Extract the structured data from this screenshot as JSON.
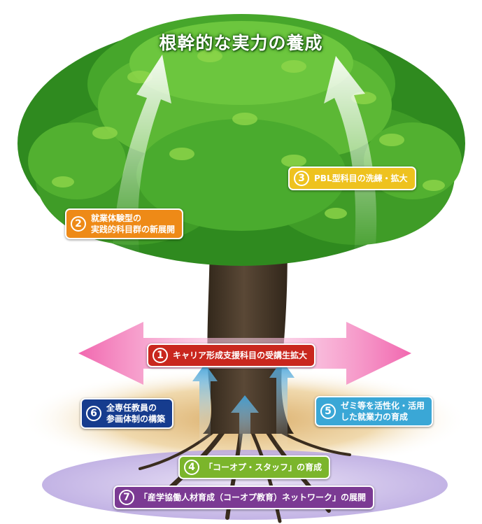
{
  "title": "根幹的な実力の養成",
  "items": [
    {
      "num": "1",
      "lines": [
        "キャリア形成支援科目の受講生拡大"
      ],
      "color": "#c9271e"
    },
    {
      "num": "2",
      "lines": [
        "就業体験型の",
        "実践的科目群の新展開"
      ],
      "color": "#ee8a17"
    },
    {
      "num": "3",
      "lines": [
        "PBL型科目の洗練・拡大"
      ],
      "color": "#eec21f"
    },
    {
      "num": "4",
      "lines": [
        "「コーオプ・スタッフ」の育成"
      ],
      "color": "#7bb52b"
    },
    {
      "num": "5",
      "lines": [
        "ゼミ等を活性化・活用",
        "した就業力の育成"
      ],
      "color": "#3aa7d6"
    },
    {
      "num": "6",
      "lines": [
        "全専任教員の",
        "参画体制の構築"
      ],
      "color": "#163c8e"
    },
    {
      "num": "7",
      "lines": [
        "「産学協働人材育成（コーオプ教育）ネットワーク」の展開"
      ],
      "color": "#7b3a93"
    }
  ],
  "colors": {
    "foliage_dark": "#2f8a1f",
    "foliage_mid": "#4aab2e",
    "foliage_light": "#8fd64a",
    "trunk": "#4a3a28",
    "pink_arrow": "#f07ab8",
    "blue_arrow": "#4aa6d8",
    "ground": "#e8c98a",
    "ring": "#c9b8e6"
  }
}
